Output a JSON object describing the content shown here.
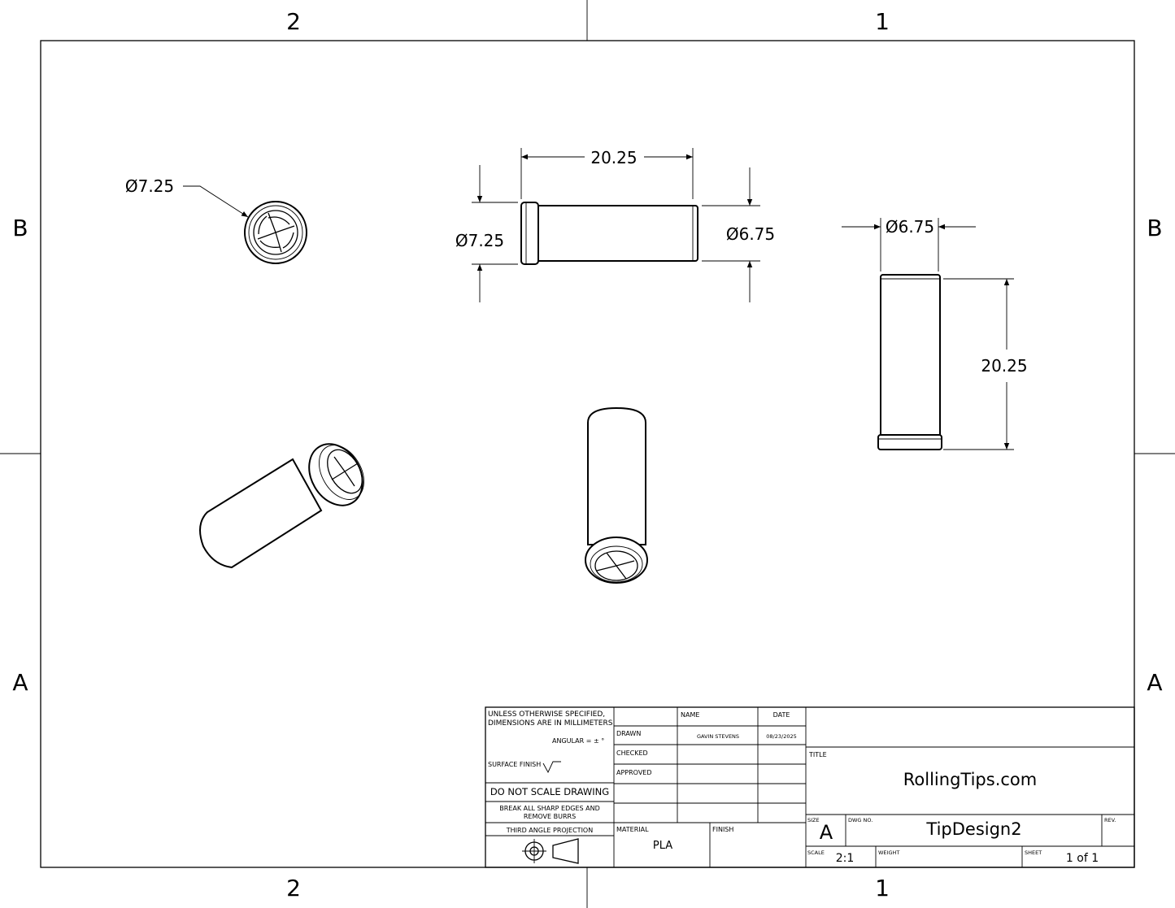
{
  "zones": {
    "top": [
      "2",
      "1"
    ],
    "bottom": [
      "2",
      "1"
    ],
    "left": [
      "B",
      "A"
    ],
    "right": [
      "B",
      "A"
    ]
  },
  "dimensions": {
    "end_view_diameter": "Ø7.25",
    "front_length": "20.25",
    "front_flange_diameter": "Ø7.25",
    "front_body_diameter": "Ø6.75",
    "side_diameter": "Ø6.75",
    "side_length": "20.25"
  },
  "title_block": {
    "notes_line1": "UNLESS OTHERWISE SPECIFIED,",
    "notes_line2": "DIMENSIONS ARE IN MILLIMETERS",
    "angular": "ANGULAR = ± °",
    "surface_finish": "SURFACE FINISH",
    "do_not_scale": "DO NOT SCALE DRAWING",
    "break_edges_1": "BREAK ALL SHARP EDGES AND",
    "break_edges_2": "REMOVE BURRS",
    "projection": "THIRD ANGLE PROJECTION",
    "name_header": "NAME",
    "date_header": "DATE",
    "drawn_label": "DRAWN",
    "drawn_name": "GAVIN STEVENS",
    "drawn_date": "08/23/2025",
    "checked_label": "CHECKED",
    "approved_label": "APPROVED",
    "material_label": "MATERIAL",
    "material": "PLA",
    "finish_label": "FINISH",
    "title_label": "TITLE",
    "title": "RollingTips.com",
    "size_label": "SIZE",
    "size": "A",
    "dwg_no_label": "DWG NO.",
    "dwg_no": "TipDesign2",
    "rev_label": "REV.",
    "scale_label": "SCALE",
    "scale": "2:1",
    "weight_label": "WEIGHT",
    "sheet_label": "SHEET",
    "sheet": "1 of 1"
  }
}
